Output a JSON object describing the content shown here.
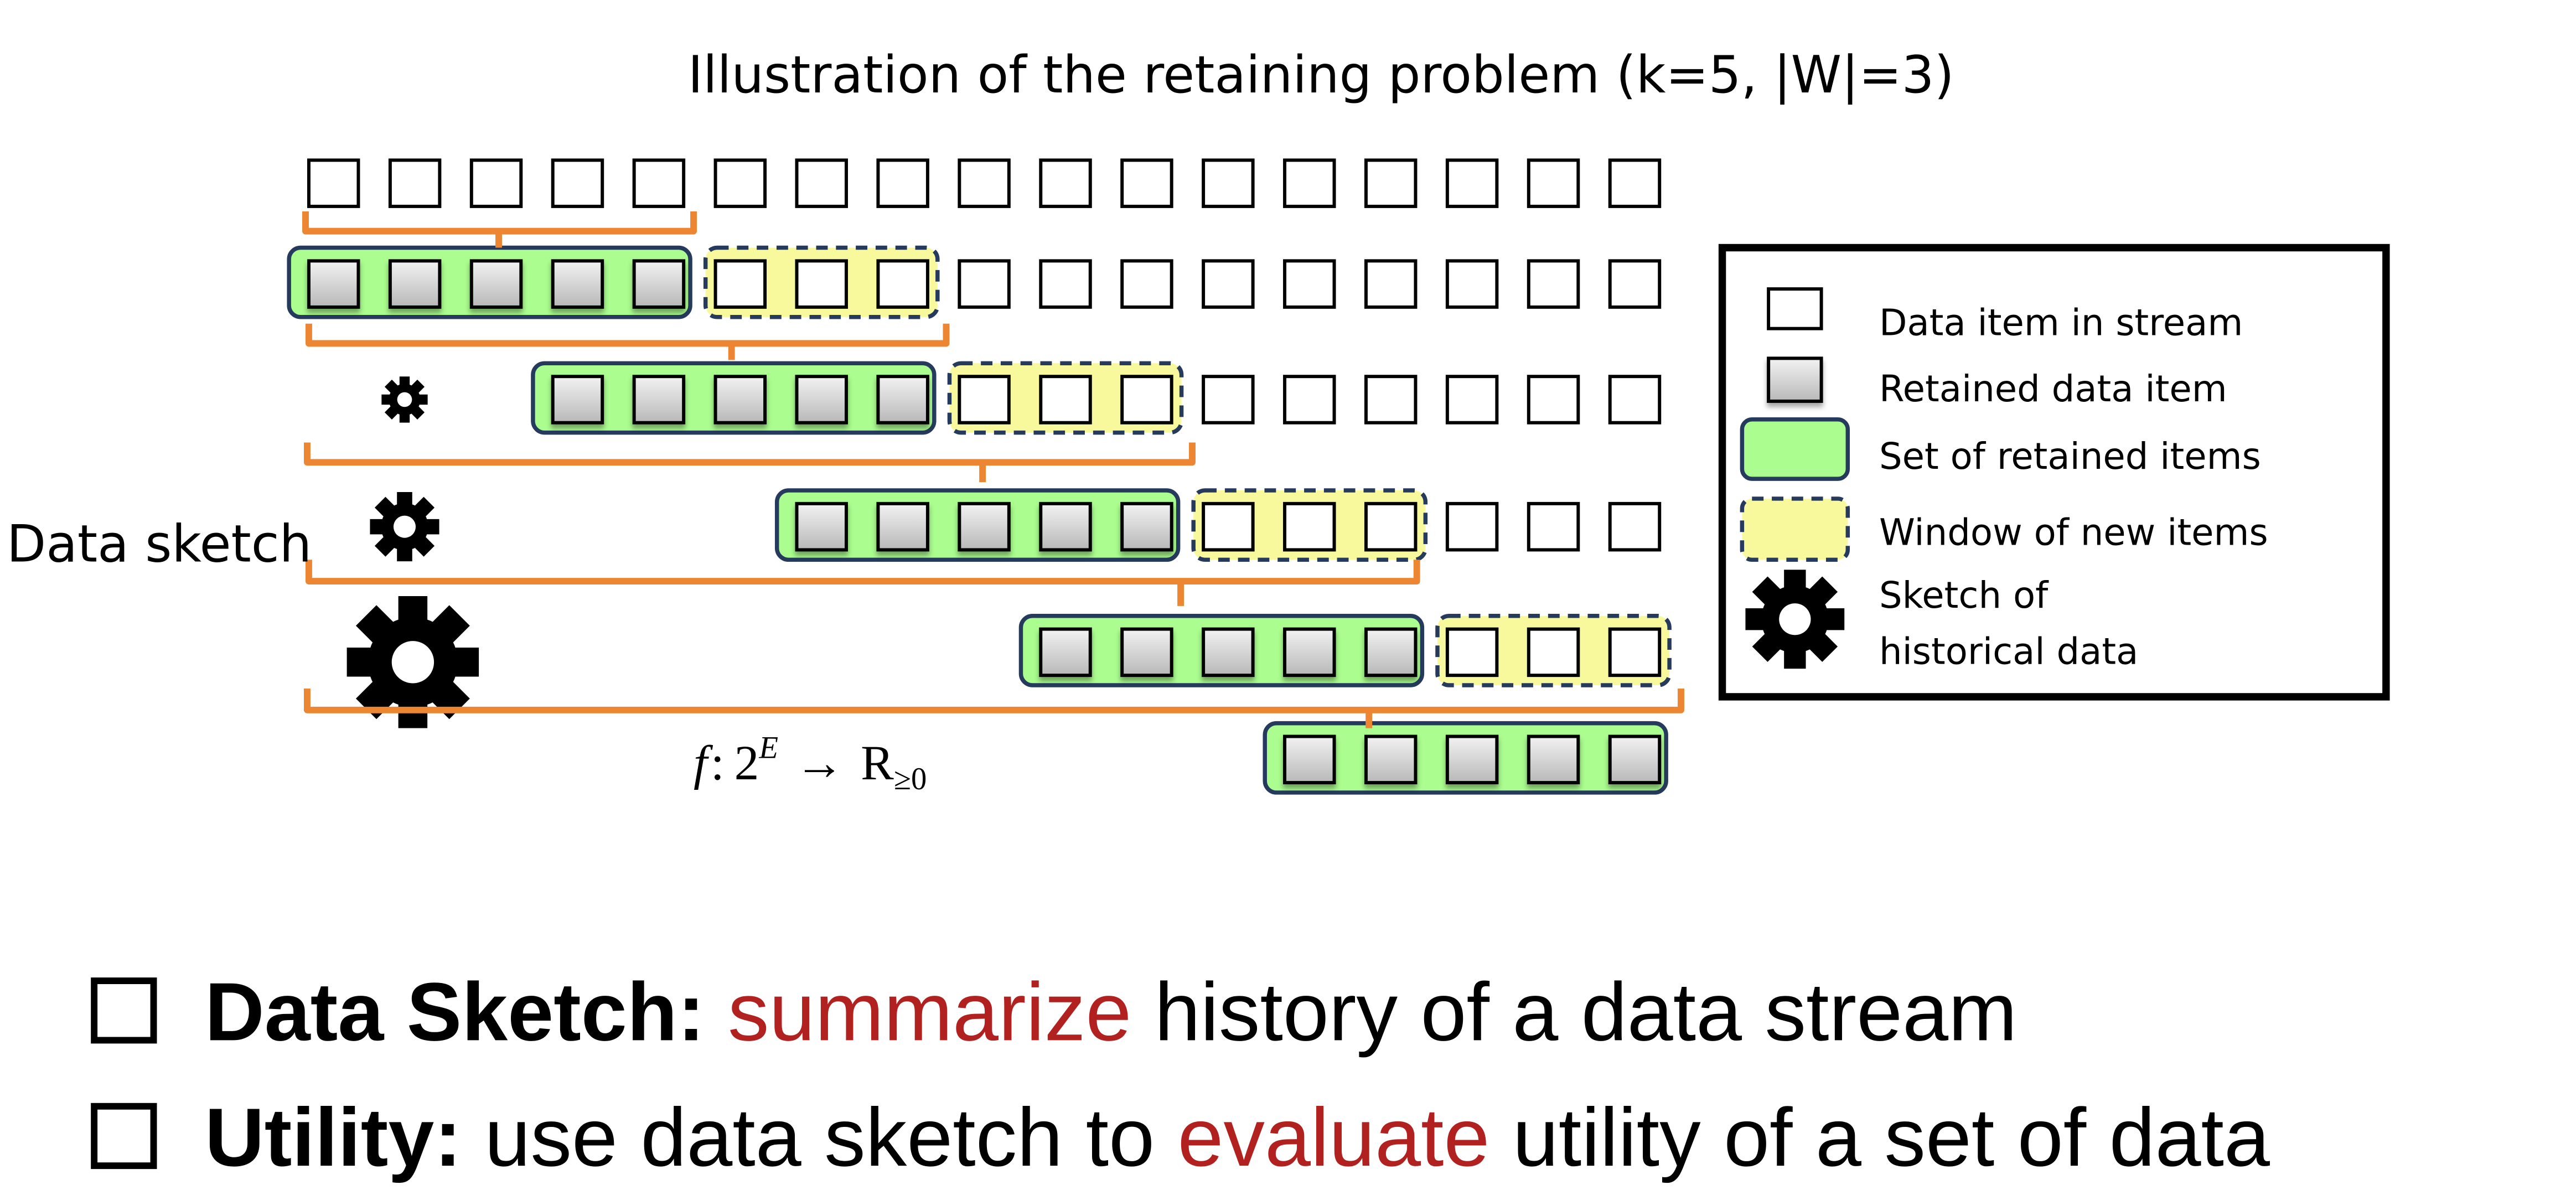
{
  "title": "Illustration of the retaining problem (k=5, |W|=3)",
  "side_label": "Data sketch",
  "formula": {
    "f": "f",
    "colon": ":",
    "base": "2",
    "exp": "E",
    "arrow": "→",
    "codomain": "R",
    "sub": "≥0"
  },
  "diagram": {
    "k": 5,
    "window": 3,
    "stream_length": 17,
    "rows": [
      {
        "retained_start": null,
        "window_start": null,
        "stream_start": 0,
        "sketch": "none"
      },
      {
        "retained_start": 0,
        "window_start": 5,
        "stream_start": 8,
        "sketch": "none"
      },
      {
        "retained_start": 3,
        "window_start": 8,
        "stream_start": 11,
        "sketch": "small"
      },
      {
        "retained_start": 6,
        "window_start": 11,
        "stream_start": 14,
        "sketch": "medium"
      },
      {
        "retained_start": 9,
        "window_start": 14,
        "stream_start": 17,
        "sketch": "large"
      },
      {
        "retained_start": 12,
        "window_start": null,
        "stream_start": 17,
        "sketch": "none"
      }
    ]
  },
  "legend": {
    "items": [
      {
        "icon": "empty-square-icon",
        "label": "Data item in stream"
      },
      {
        "icon": "gray-square-icon",
        "label": "Retained data item"
      },
      {
        "icon": "green-set-icon",
        "label": "Set of retained items"
      },
      {
        "icon": "yellow-window-icon",
        "label": "Window of new items"
      },
      {
        "icon": "gear-icon",
        "label": "Sketch of",
        "label2": "historical data"
      }
    ]
  },
  "bullets": [
    {
      "bold": "Data Sketch:",
      "red": "summarize",
      "rest": " history of a data stream",
      "pre": ""
    },
    {
      "bold": "Utility:",
      "pre": " use data sketch to ",
      "red": "evaluate",
      "rest": " utility of a set of data"
    }
  ],
  "colors": {
    "green": "#aafd8e",
    "yellow": "#f8f99d",
    "border": "#253a5c",
    "orange": "#ed8632",
    "red": "#b0211f"
  }
}
